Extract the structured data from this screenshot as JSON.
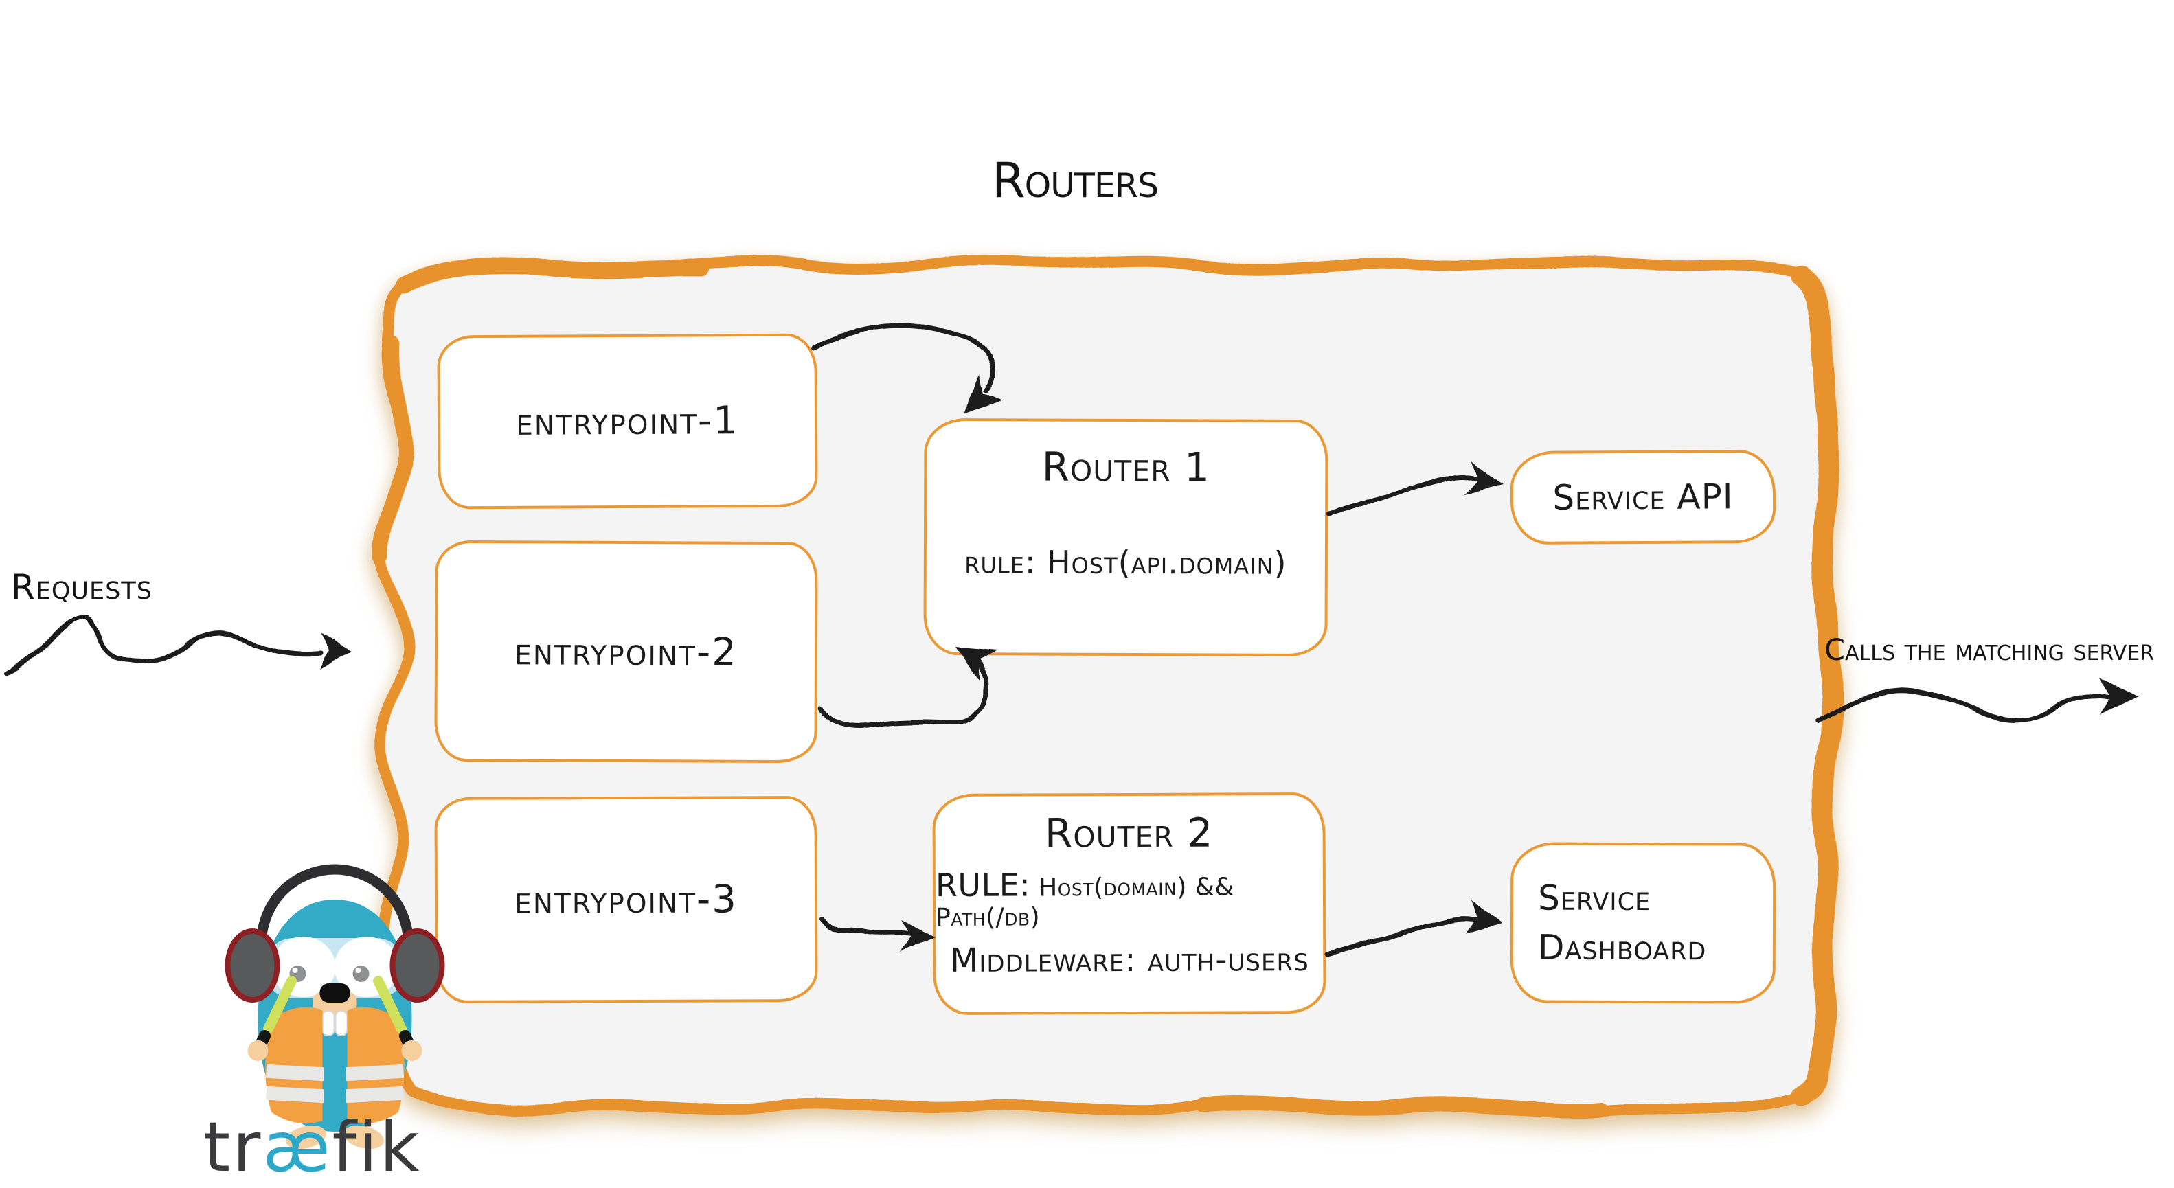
{
  "title": "Routers",
  "entrypoints": [
    {
      "label": "entrypoint-1"
    },
    {
      "label": "entrypoint-2"
    },
    {
      "label": "entrypoint-3"
    }
  ],
  "routers": [
    {
      "title": "Router 1",
      "rule": "rule: Host(api.domain)"
    },
    {
      "title": "Router 2",
      "rule_prefix": "RULE:",
      "rule_rest": "Host(domain) && Path(/db)",
      "middleware": "Middleware: auth-users"
    }
  ],
  "services": [
    {
      "label": "Service API"
    },
    {
      "line1": "Service",
      "line2": "Dashboard"
    }
  ],
  "annotations": {
    "incoming": "Requests",
    "outgoing": "Calls the matching server"
  },
  "logo": {
    "wordmark_pre": "tr",
    "wordmark_ae": "æ",
    "wordmark_post": "fik"
  },
  "colors": {
    "accent_orange": "#e8922d",
    "canvas_fill": "#f4f4f4",
    "box_fill": "#ffffff",
    "ink": "#1b1b1b",
    "logo_teal": "#33aac6",
    "logo_vest_orange": "#f2a042",
    "baton_green": "#cfe05a",
    "wordmark_gray": "#3b3a3c",
    "wordmark_ae_teal": "#2ea8c9"
  }
}
